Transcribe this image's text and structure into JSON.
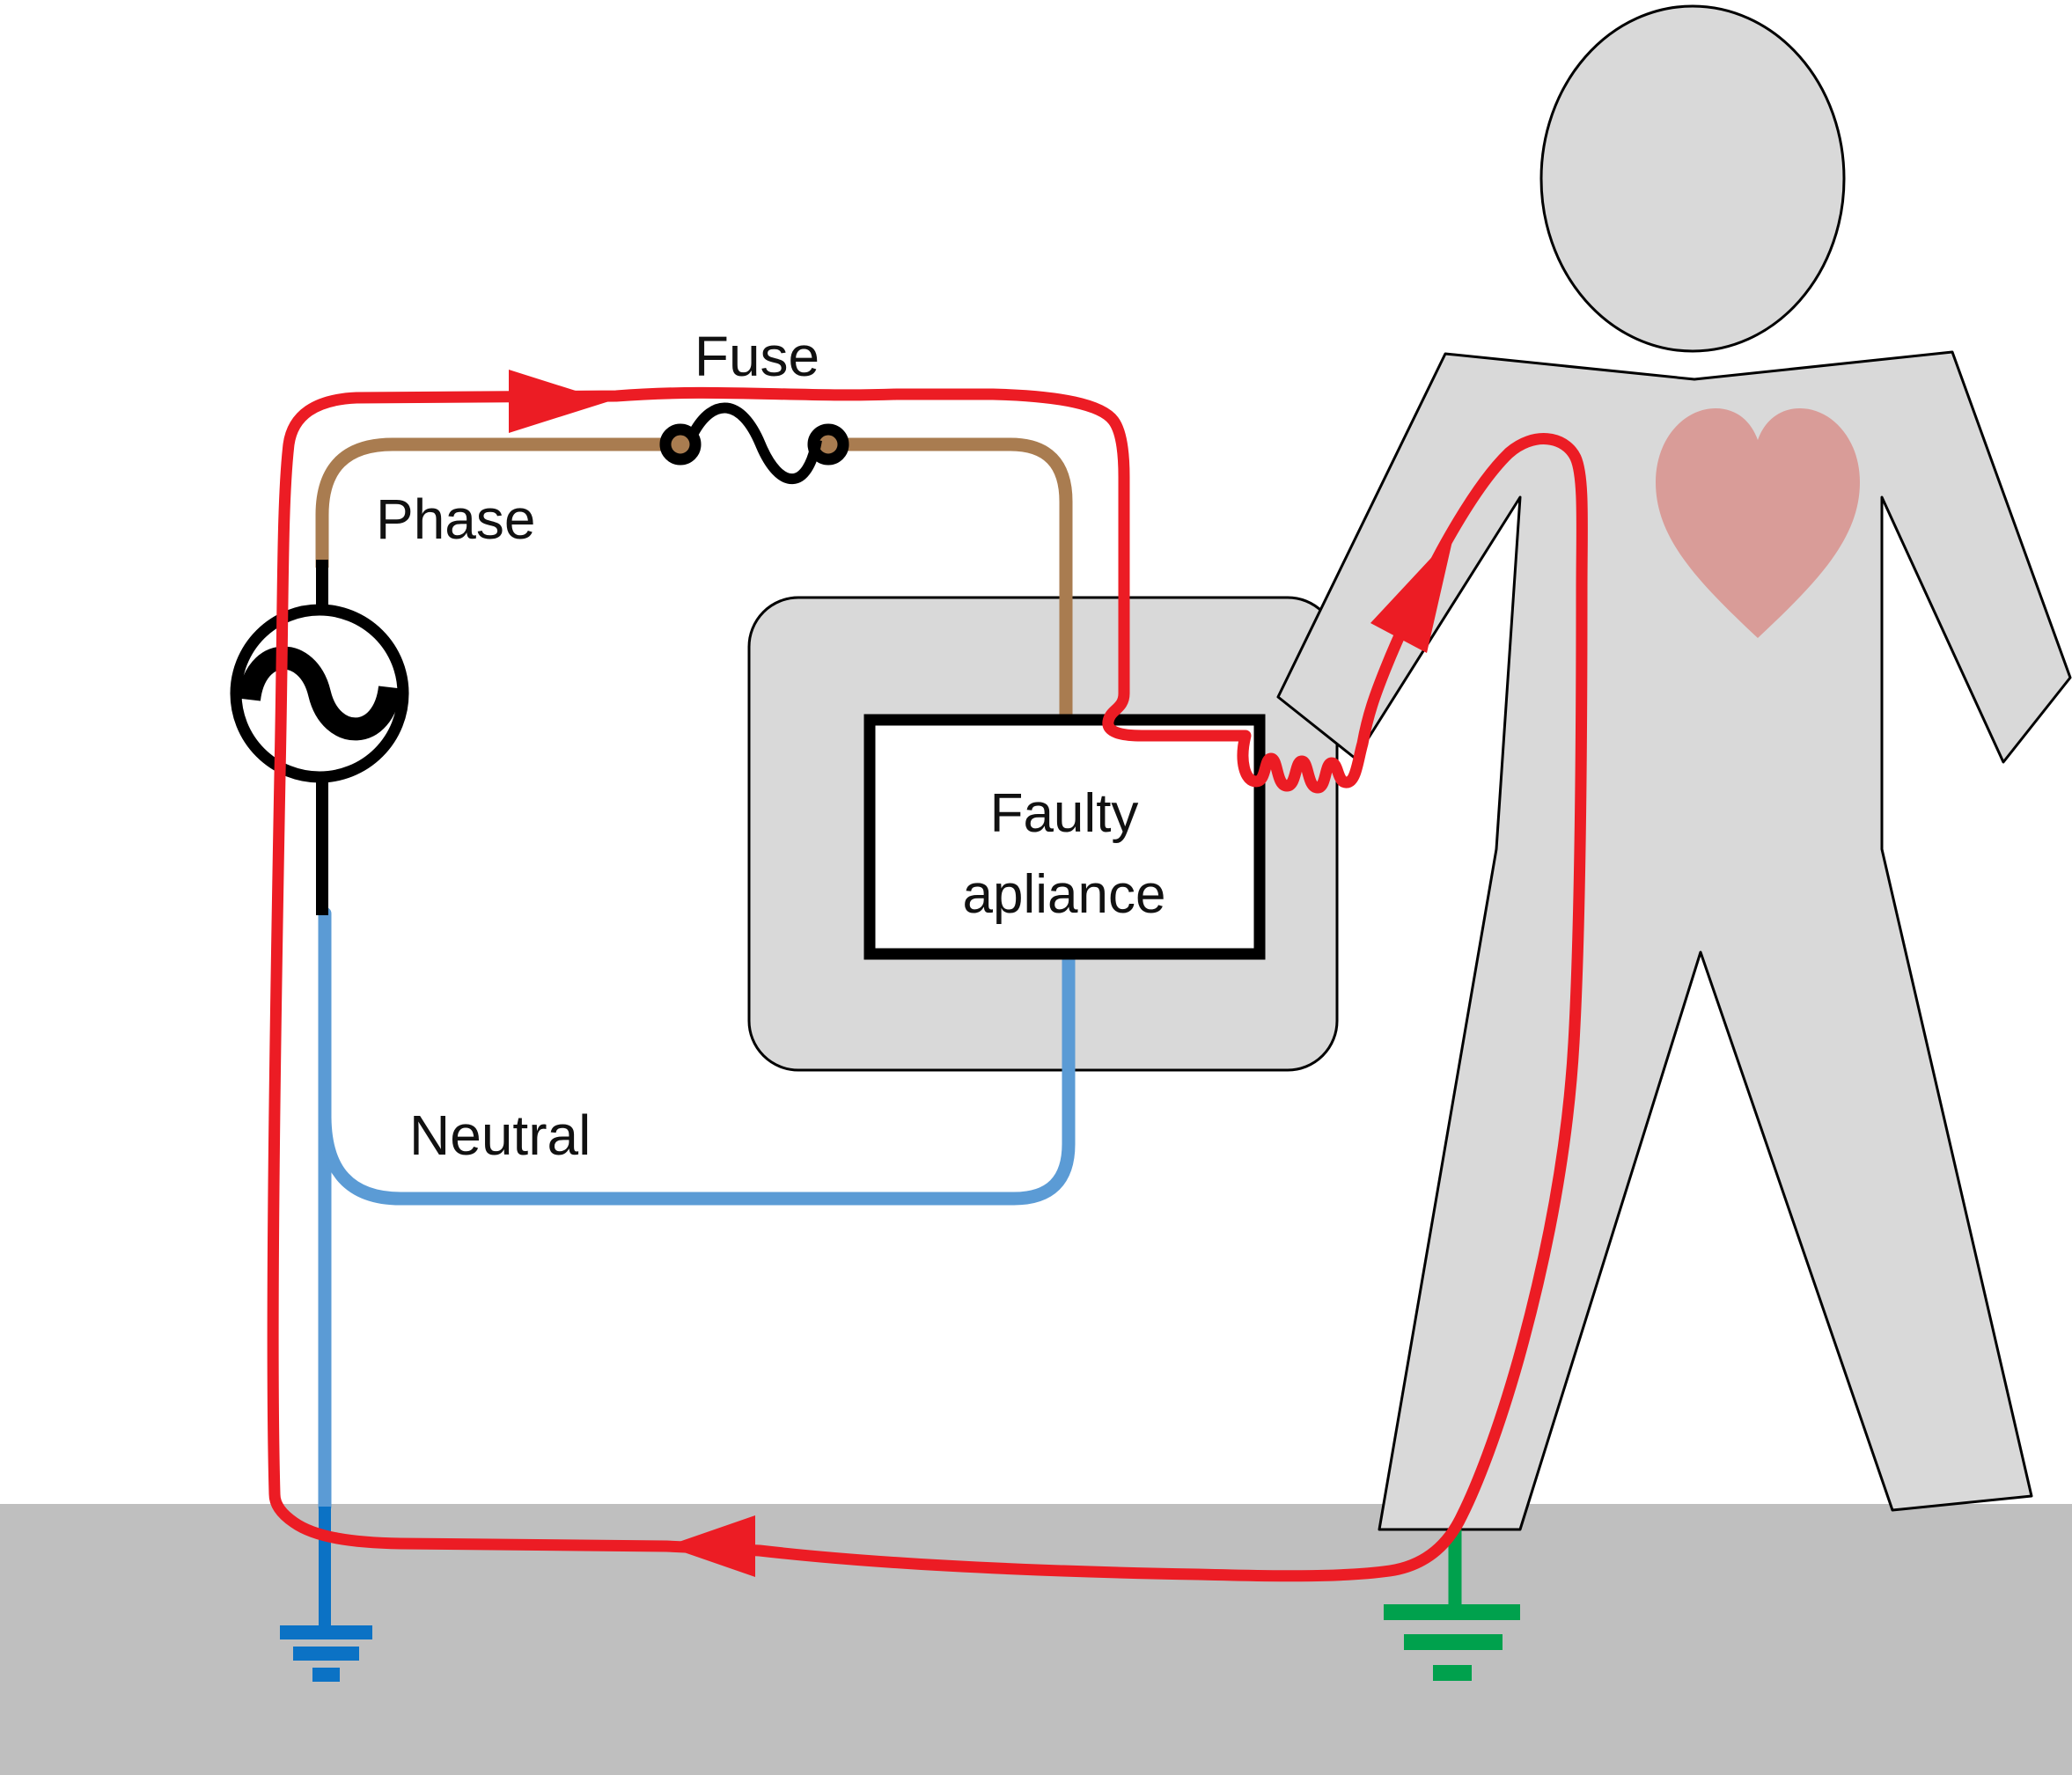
{
  "diagram": {
    "title_hint": "fault current path diagram",
    "labels": {
      "fuse": "Fuse",
      "phase": "Phase",
      "neutral": "Neutral",
      "appliance_line1": "Faulty",
      "appliance_line2": "apliance"
    },
    "colors": {
      "current_red": "#EC1C24",
      "phase_brown": "#A97C50",
      "neutral_blue": "#5B9BD5",
      "earth_blue": "#0B72C5",
      "earth_green": "#00A14D",
      "body_gray": "#D9D9D9",
      "case_gray": "#D9D9D9",
      "floor_gray": "#BFBFBF",
      "heart_pink": "#D99C98",
      "outline_black": "#000000",
      "box_white": "#FFFFFF"
    }
  }
}
